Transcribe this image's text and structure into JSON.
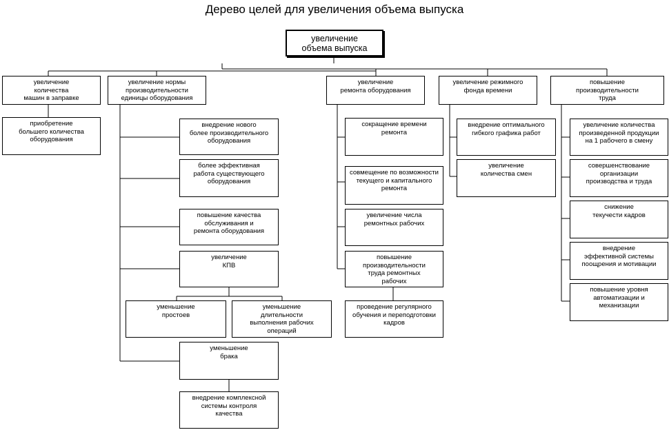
{
  "title": "Дерево целей для увеличения объема выпуска",
  "nodes": {
    "root": "увеличение\nобъема выпуска",
    "b1": "увеличение\nколичества\nмашин в заправке",
    "b1_1": "приобретение\nбольшего количества\nоборудования",
    "b2": "увеличение нормы\nпроизводительности\nединицы оборудования",
    "b2_1": "внедрение нового\nболее производительного\nоборудования",
    "b2_2": "более эффективная\nработа существующего\nоборудования",
    "b2_3": "повышение качества\nобслуживания и\nремонта оборудования",
    "b2_4": "увеличение\nКПВ",
    "b2_4a": "уменьшение\nпростоев",
    "b2_4b": "уменьшение\nдлительности\nвыполнения рабочих\nопераций",
    "b2_5": "уменьшение\nбрака",
    "b2_6": "внедрение комплексной\nсистемы контроля\nкачества",
    "b3": "увеличение\nремонта оборудования",
    "b3_1": "сокращение времени\nремонта",
    "b3_2": "совмещение по возможности\nтекущего и капитального\nремонта",
    "b3_3": "увеличение числа\nремонтных рабочих",
    "b3_4": "повышение\nпроизводительности\nтруда ремонтных\nрабочих",
    "b3_5": "проведение регулярного\nобучения и переподготовки\nкадров",
    "b4": "увеличение режимного\nфонда времени",
    "b4_1": "внедрение оптимального\nгибкого графика работ",
    "b4_2": "увеличение\nколичества смен",
    "b5": "повышение\nпроизводительности\nтруда",
    "b5_1": "увеличение количества\nпроизведенной продукции\nна 1 рабочего в смену",
    "b5_2": "совершенствование\nорганизации\nпроизводства и труда",
    "b5_3": "снижение\nтекучести кадров",
    "b5_4": "внедрение\nэффективной системы\nпоощрения и мотивации",
    "b5_5": "повышение уровня\nавтоматизации и\nмеханизации"
  }
}
